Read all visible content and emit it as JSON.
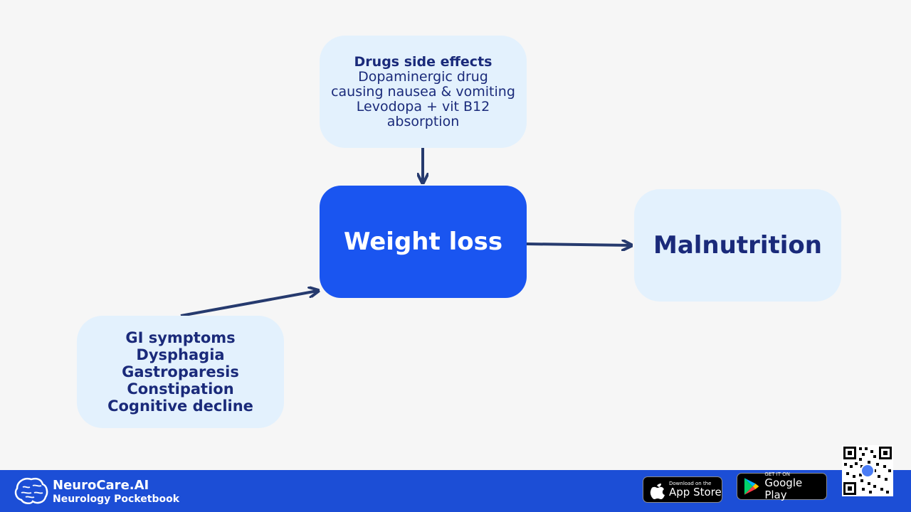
{
  "nodes": {
    "drugs": {
      "heading": "Drugs side effects",
      "lines": [
        "Dopaminergic drug",
        "causing nausea & vomiting",
        "Levodopa + vit B12",
        "absorption"
      ]
    },
    "weight": {
      "label": "Weight loss"
    },
    "malnutrition": {
      "label": "Malnutrition"
    },
    "gi": {
      "lines": [
        "GI symptoms",
        "Dysphagia",
        "Gastroparesis",
        "Constipation",
        "Cognitive decline"
      ]
    }
  },
  "edges": [
    {
      "from": "Drugs side effects",
      "to": "Weight loss"
    },
    {
      "from": "GI symptoms",
      "to": "Weight loss"
    },
    {
      "from": "Weight loss",
      "to": "Malnutrition"
    }
  ],
  "colors": {
    "background": "#f6f6f6",
    "light_box": "#e3f1fd",
    "dark_box": "#1a55f0",
    "text_dark": "#1a2a7a",
    "arrow": "#263a6e",
    "footer": "#1c4ed6"
  },
  "footer": {
    "brand_name": "NeuroCare.AI",
    "brand_sub": "Neurology Pocketbook",
    "logo_icon": "brain-icon",
    "app_store": {
      "small": "Download on the",
      "big": "App Store",
      "icon": "apple-icon"
    },
    "google_play": {
      "small": "GET IT ON",
      "big": "Google Play",
      "icon": "play-icon"
    },
    "qr_icon": "qr-code-icon"
  }
}
